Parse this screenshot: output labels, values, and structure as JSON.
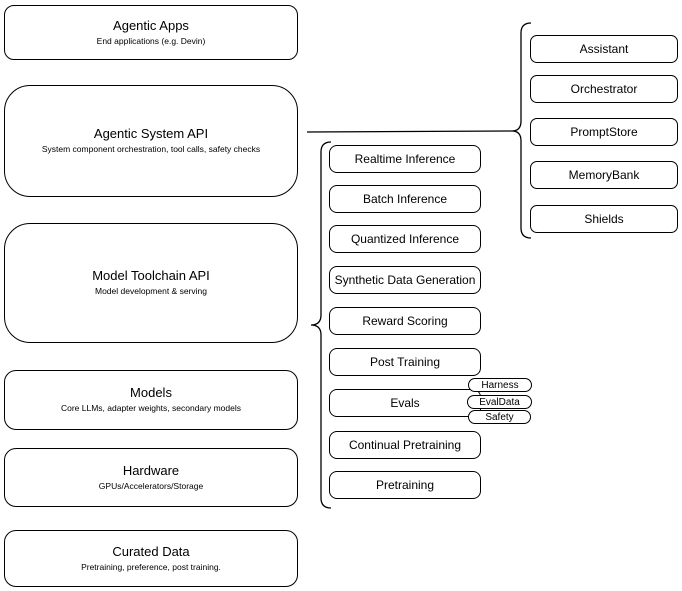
{
  "diagram": {
    "left_stack": [
      {
        "title": "Agentic Apps",
        "subtitle": "End applications (e.g. Devin)"
      },
      {
        "title": "Agentic System API",
        "subtitle": "System component orchestration, tool calls, safety checks"
      },
      {
        "title": "Model Toolchain API",
        "subtitle": "Model development & serving"
      },
      {
        "title": "Models",
        "subtitle": "Core LLMs, adapter weights, secondary models"
      },
      {
        "title": "Hardware",
        "subtitle": "GPUs/Accelerators/Storage"
      },
      {
        "title": "Curated Data",
        "subtitle": "Pretraining, preference, post training."
      }
    ],
    "toolchain_items": [
      "Realtime Inference",
      "Batch Inference",
      "Quantized Inference",
      "Synthetic Data Generation",
      "Reward Scoring",
      "Post Training",
      "Evals",
      "Continual Pretraining",
      "Pretraining"
    ],
    "evals_tags": [
      "Harness",
      "EvalData",
      "Safety"
    ],
    "system_components": [
      "Assistant",
      "Orchestrator",
      "PromptStore",
      "MemoryBank",
      "Shields"
    ],
    "colors": {
      "stroke": "#000000",
      "fill": "#ffffff",
      "background": "#ffffff"
    }
  }
}
